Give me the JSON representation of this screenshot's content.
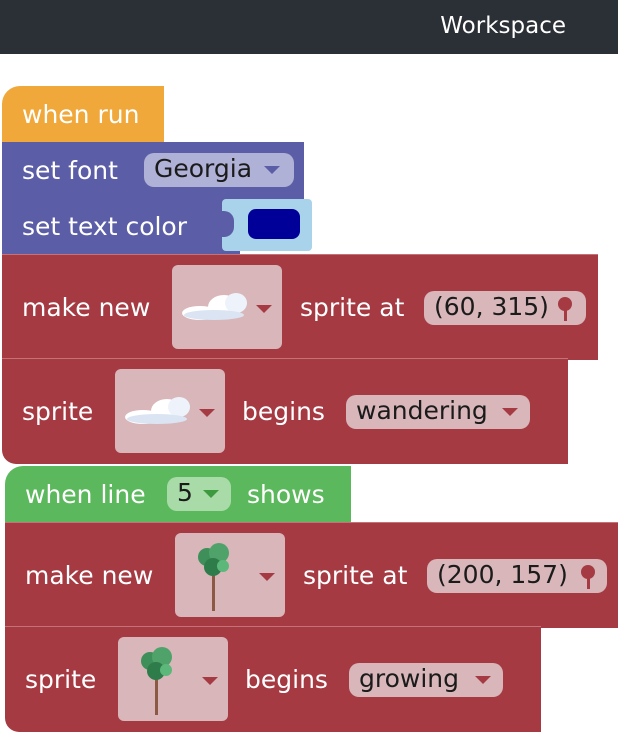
{
  "header": {
    "title": "Workspace"
  },
  "program1": {
    "when_run": {
      "label": "when run"
    },
    "set_font": {
      "label": "set font",
      "value": "Georgia"
    },
    "set_text_color": {
      "label": "set text color",
      "color": "#000099"
    },
    "make_sprite": {
      "prefix": "make new",
      "sprite_icon": "cloud-icon",
      "middle": "sprite at",
      "position": "(60, 315)"
    },
    "sprite_begins": {
      "prefix": "sprite",
      "sprite_icon": "cloud-icon",
      "middle": "begins",
      "behavior": "wandering"
    }
  },
  "program2": {
    "when_line": {
      "prefix": "when line",
      "line": "5",
      "suffix": "shows"
    },
    "make_sprite": {
      "prefix": "make new",
      "sprite_icon": "tree-icon",
      "middle": "sprite at",
      "position": "(200, 157)"
    },
    "sprite_begins": {
      "prefix": "sprite",
      "sprite_icon": "tree-icon",
      "middle": "begins",
      "behavior": "growing"
    }
  },
  "colors": {
    "header": "#2b2f36",
    "event_block": "#f0a83a",
    "text_block": "#5b5ea6",
    "sprite_block": "#a53a43",
    "trigger_block": "#5cb85c",
    "color_swatch": "#000099"
  }
}
